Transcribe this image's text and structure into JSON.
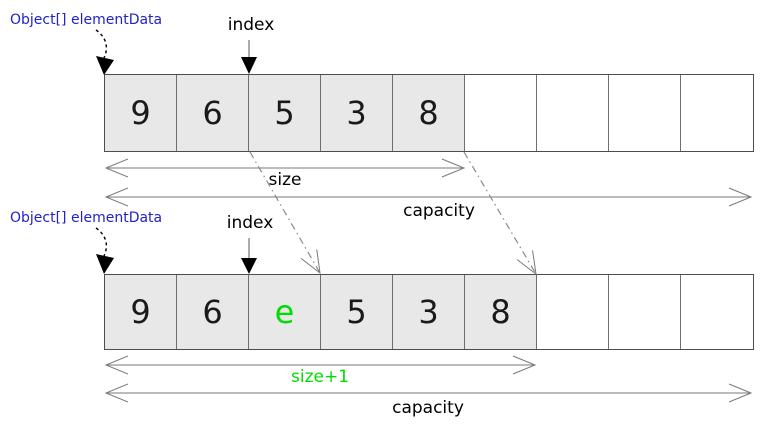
{
  "colors": {
    "pointer_blue": "#2222cc",
    "insert_green": "#00dd00",
    "cell_fill": "#e8e8e8",
    "arrow_gray": "#7a7a7a"
  },
  "top_diagram": {
    "pointer_label": "Object[] elementData",
    "index_label": "index",
    "cells": [
      "9",
      "6",
      "5",
      "3",
      "8",
      "",
      "",
      "",
      ""
    ],
    "filled_count": 5,
    "size_label": "size",
    "capacity_label": "capacity"
  },
  "bottom_diagram": {
    "pointer_label": "Object[] elementData",
    "index_label": "index",
    "cells": [
      "9",
      "6",
      "e",
      "5",
      "3",
      "8",
      "",
      "",
      ""
    ],
    "filled_count": 6,
    "inserted_cell_index": 2,
    "size_label": "size+1",
    "capacity_label": "capacity"
  }
}
